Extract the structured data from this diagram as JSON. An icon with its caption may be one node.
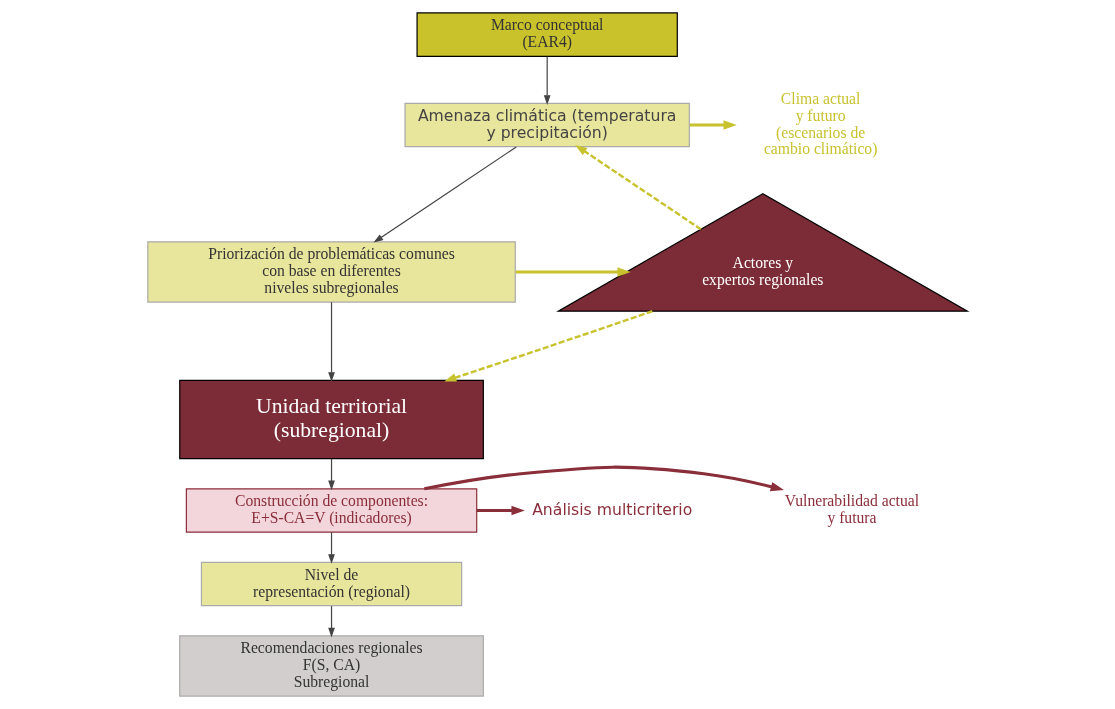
{
  "diagram": {
    "nodes": [
      {
        "text": [
          "Marco conceptual (EAR4)"
        ]
      },
      {
        "text": [
          "Amenaza climática (temperatura y precipitación)"
        ]
      },
      {
        "text": [
          "Clima actual y futuro (escenarios de cambio climático)"
        ]
      },
      {
        "text": [
          "Actores y expertos regionales"
        ]
      },
      {
        "text": [
          "Priorización de problemáticas comunes con base en diferentes niveles subregionales"
        ]
      },
      {
        "text": [
          "Unidad territorial (subregional)"
        ]
      },
      {
        "text": [
          "Vulnerabilidad actual y futura"
        ]
      },
      {
        "text": [
          "Construcción de componentes: E+S-CA=V (indicadores)"
        ]
      },
      {
        "text": [
          "Análisis multicriterio"
        ]
      },
      {
        "text": [
          "Nivel de representación (regional)"
        ]
      },
      {
        "text": [
          "Recomendaciones regionales F(S, CA) Subregional"
        ]
      }
    ],
    "edges": [
      {
        "from": 0,
        "to": 1,
        "arrow": "to"
      },
      {
        "from": 1,
        "to": 2,
        "arrow": "to",
        "style": "thick",
        "color": "#c8c22e"
      },
      {
        "from": 3,
        "to": 1,
        "arrow": "to",
        "style": "dashed",
        "color": "#c8c22e"
      },
      {
        "from": 1,
        "to": 4,
        "arrow": "to"
      },
      {
        "from": 4,
        "to": 3,
        "arrow": "to",
        "style": "thick",
        "color": "#c8c22e"
      },
      {
        "from": 3,
        "to": 5,
        "arrow": "to",
        "style": "dashed",
        "color": "#c8c22e"
      },
      {
        "from": 4,
        "to": 5,
        "arrow": "to"
      },
      {
        "from": 5,
        "to": 7,
        "arrow": "to"
      },
      {
        "from": 7,
        "to": 6,
        "arrow": "to",
        "style": "thick",
        "color": "#8a2e3a"
      },
      {
        "from": 7,
        "to": 8,
        "arrow": "to",
        "style": "thick",
        "color": "#8a2e3a"
      },
      {
        "from": 7,
        "to": 9,
        "arrow": "to"
      },
      {
        "from": 9,
        "to": 10,
        "arrow": "to"
      }
    ]
  }
}
